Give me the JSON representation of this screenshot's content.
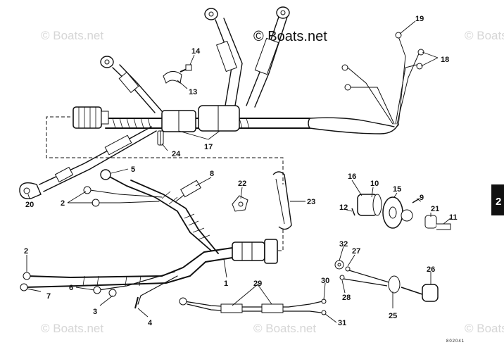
{
  "watermark": {
    "main": "© Boats.net",
    "faded": "© Boats.net"
  },
  "section_tab": "2",
  "drawing_code": "802041",
  "callouts": {
    "c1": "1",
    "c2a": "2",
    "c2b": "2",
    "c3": "3",
    "c4": "4",
    "c5": "5",
    "c6": "6",
    "c7": "7",
    "c8": "8",
    "c9": "9",
    "c10": "10",
    "c11": "11",
    "c12": "12",
    "c13": "13",
    "c14": "14",
    "c15": "15",
    "c16": "16",
    "c17": "17",
    "c18": "18",
    "c19": "19",
    "c20": "20",
    "c21": "21",
    "c22": "22",
    "c23": "23",
    "c24": "24",
    "c25": "25",
    "c26": "26",
    "c27": "27",
    "c28": "28",
    "c29": "29",
    "c30": "30",
    "c31": "31",
    "c32": "32"
  }
}
